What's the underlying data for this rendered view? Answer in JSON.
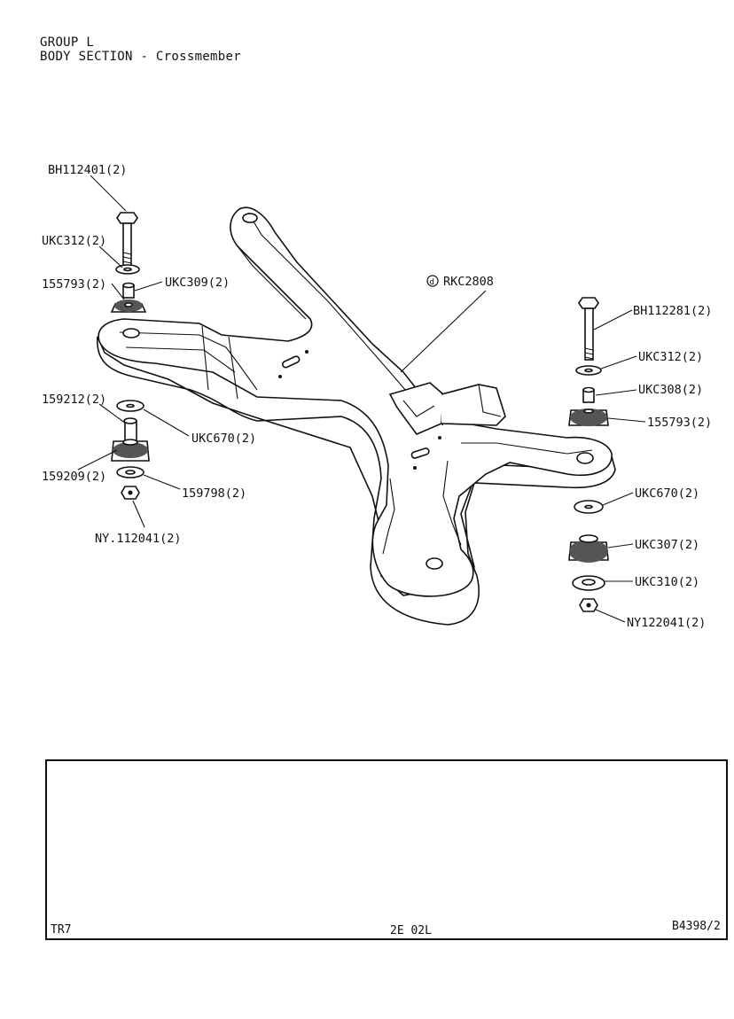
{
  "header": {
    "group": "GROUP L",
    "section": "BODY SECTION - Crossmember"
  },
  "diagram": {
    "assembly_label": "RKC2808",
    "assembly_symbol": "d",
    "left_labels": {
      "bolt": "BH112401(2)",
      "washer_top": "UKC312(2)",
      "mount_top": "155793(2)",
      "spacer": "UKC309(2)",
      "sleeve": "159212(2)",
      "washer_mid": "UKC670(2)",
      "mount_bottom": "159209(2)",
      "washer_bottom": "159798(2)",
      "nut": "NY.112041(2)"
    },
    "right_labels": {
      "bolt": "BH112281(2)",
      "washer_top": "UKC312(2)",
      "spacer": "UKC308(2)",
      "mount_top": "155793(2)",
      "washer_mid": "UKC670(2)",
      "mount_bottom": "UKC307(2)",
      "washer_bottom": "UKC310(2)",
      "nut": "NY122041(2)"
    }
  },
  "footer": {
    "model": "TR7",
    "page": "2E 02L",
    "ref": "B4398/2"
  }
}
